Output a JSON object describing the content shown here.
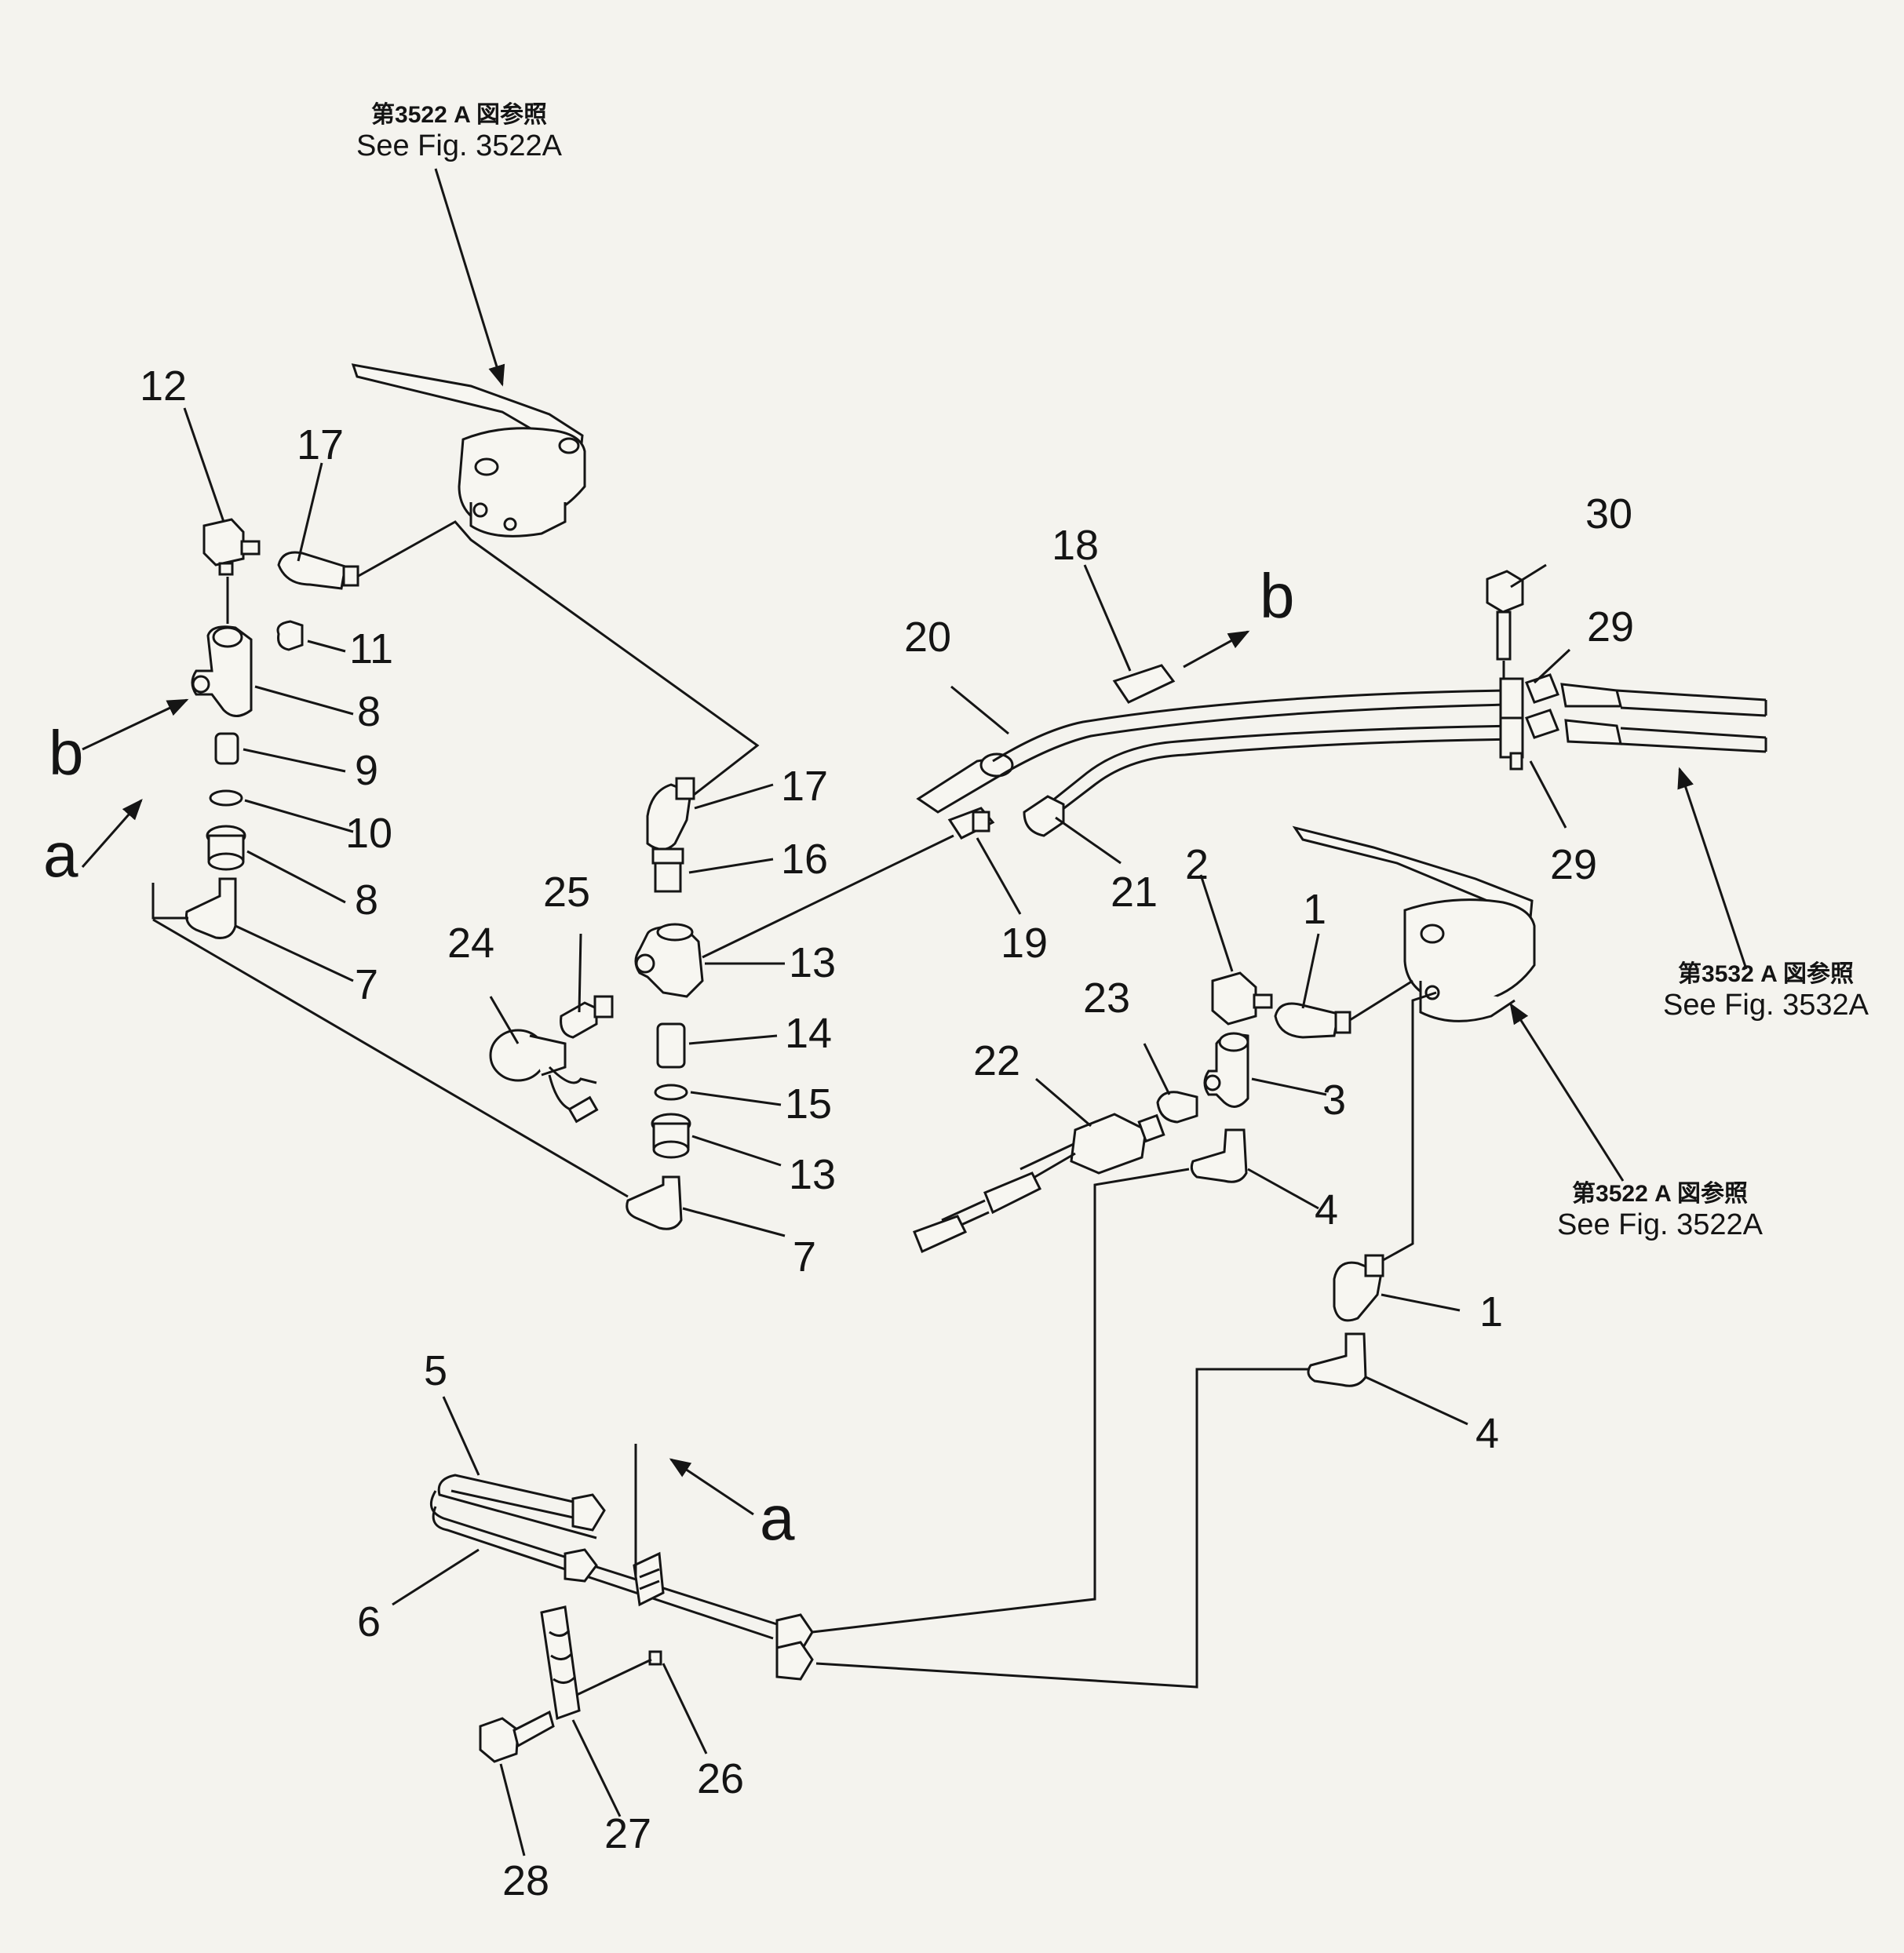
{
  "references": [
    {
      "jp": "第3522 A 図参照",
      "en": "See Fig. 3522A"
    },
    {
      "jp": "第3532 A 図参照",
      "en": "See Fig. 3532A"
    },
    {
      "jp": "第3522 A 図参照",
      "en": "See Fig. 3522A"
    }
  ],
  "callouts": [
    "12",
    "17",
    "11",
    "8",
    "b",
    "9",
    "10",
    "a",
    "8",
    "7",
    "17",
    "16",
    "25",
    "13",
    "24",
    "14",
    "15",
    "13",
    "7",
    "18",
    "b",
    "20",
    "30",
    "29",
    "29",
    "21",
    "19",
    "2",
    "1",
    "23",
    "3",
    "22",
    "4",
    "1",
    "4",
    "5",
    "a",
    "6",
    "26",
    "27",
    "28"
  ]
}
